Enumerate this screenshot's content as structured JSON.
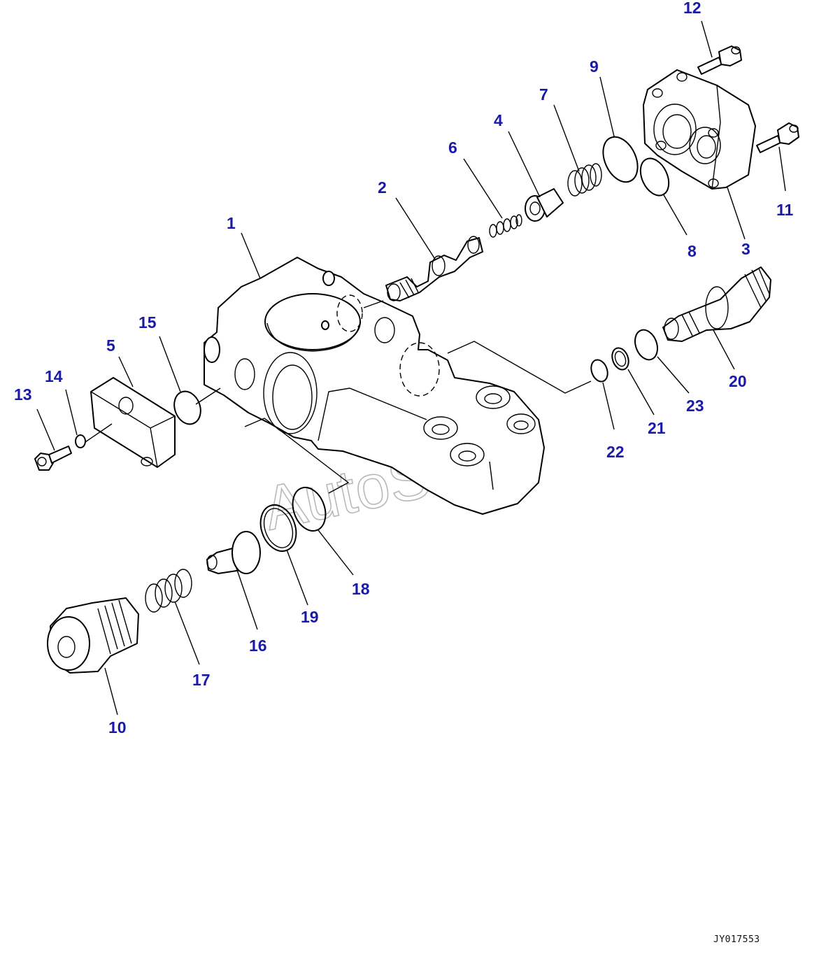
{
  "drawing_code": "JY017553",
  "watermark": "AutoSoft",
  "label_color": "#1a1aa8",
  "callouts": [
    {
      "n": "1"
    },
    {
      "n": "2"
    },
    {
      "n": "3"
    },
    {
      "n": "4"
    },
    {
      "n": "5"
    },
    {
      "n": "6"
    },
    {
      "n": "7"
    },
    {
      "n": "8"
    },
    {
      "n": "9"
    },
    {
      "n": "10"
    },
    {
      "n": "11"
    },
    {
      "n": "12"
    },
    {
      "n": "13"
    },
    {
      "n": "14"
    },
    {
      "n": "15"
    },
    {
      "n": "16"
    },
    {
      "n": "17"
    },
    {
      "n": "18"
    },
    {
      "n": "19"
    },
    {
      "n": "20"
    },
    {
      "n": "21"
    },
    {
      "n": "22"
    },
    {
      "n": "23"
    }
  ]
}
